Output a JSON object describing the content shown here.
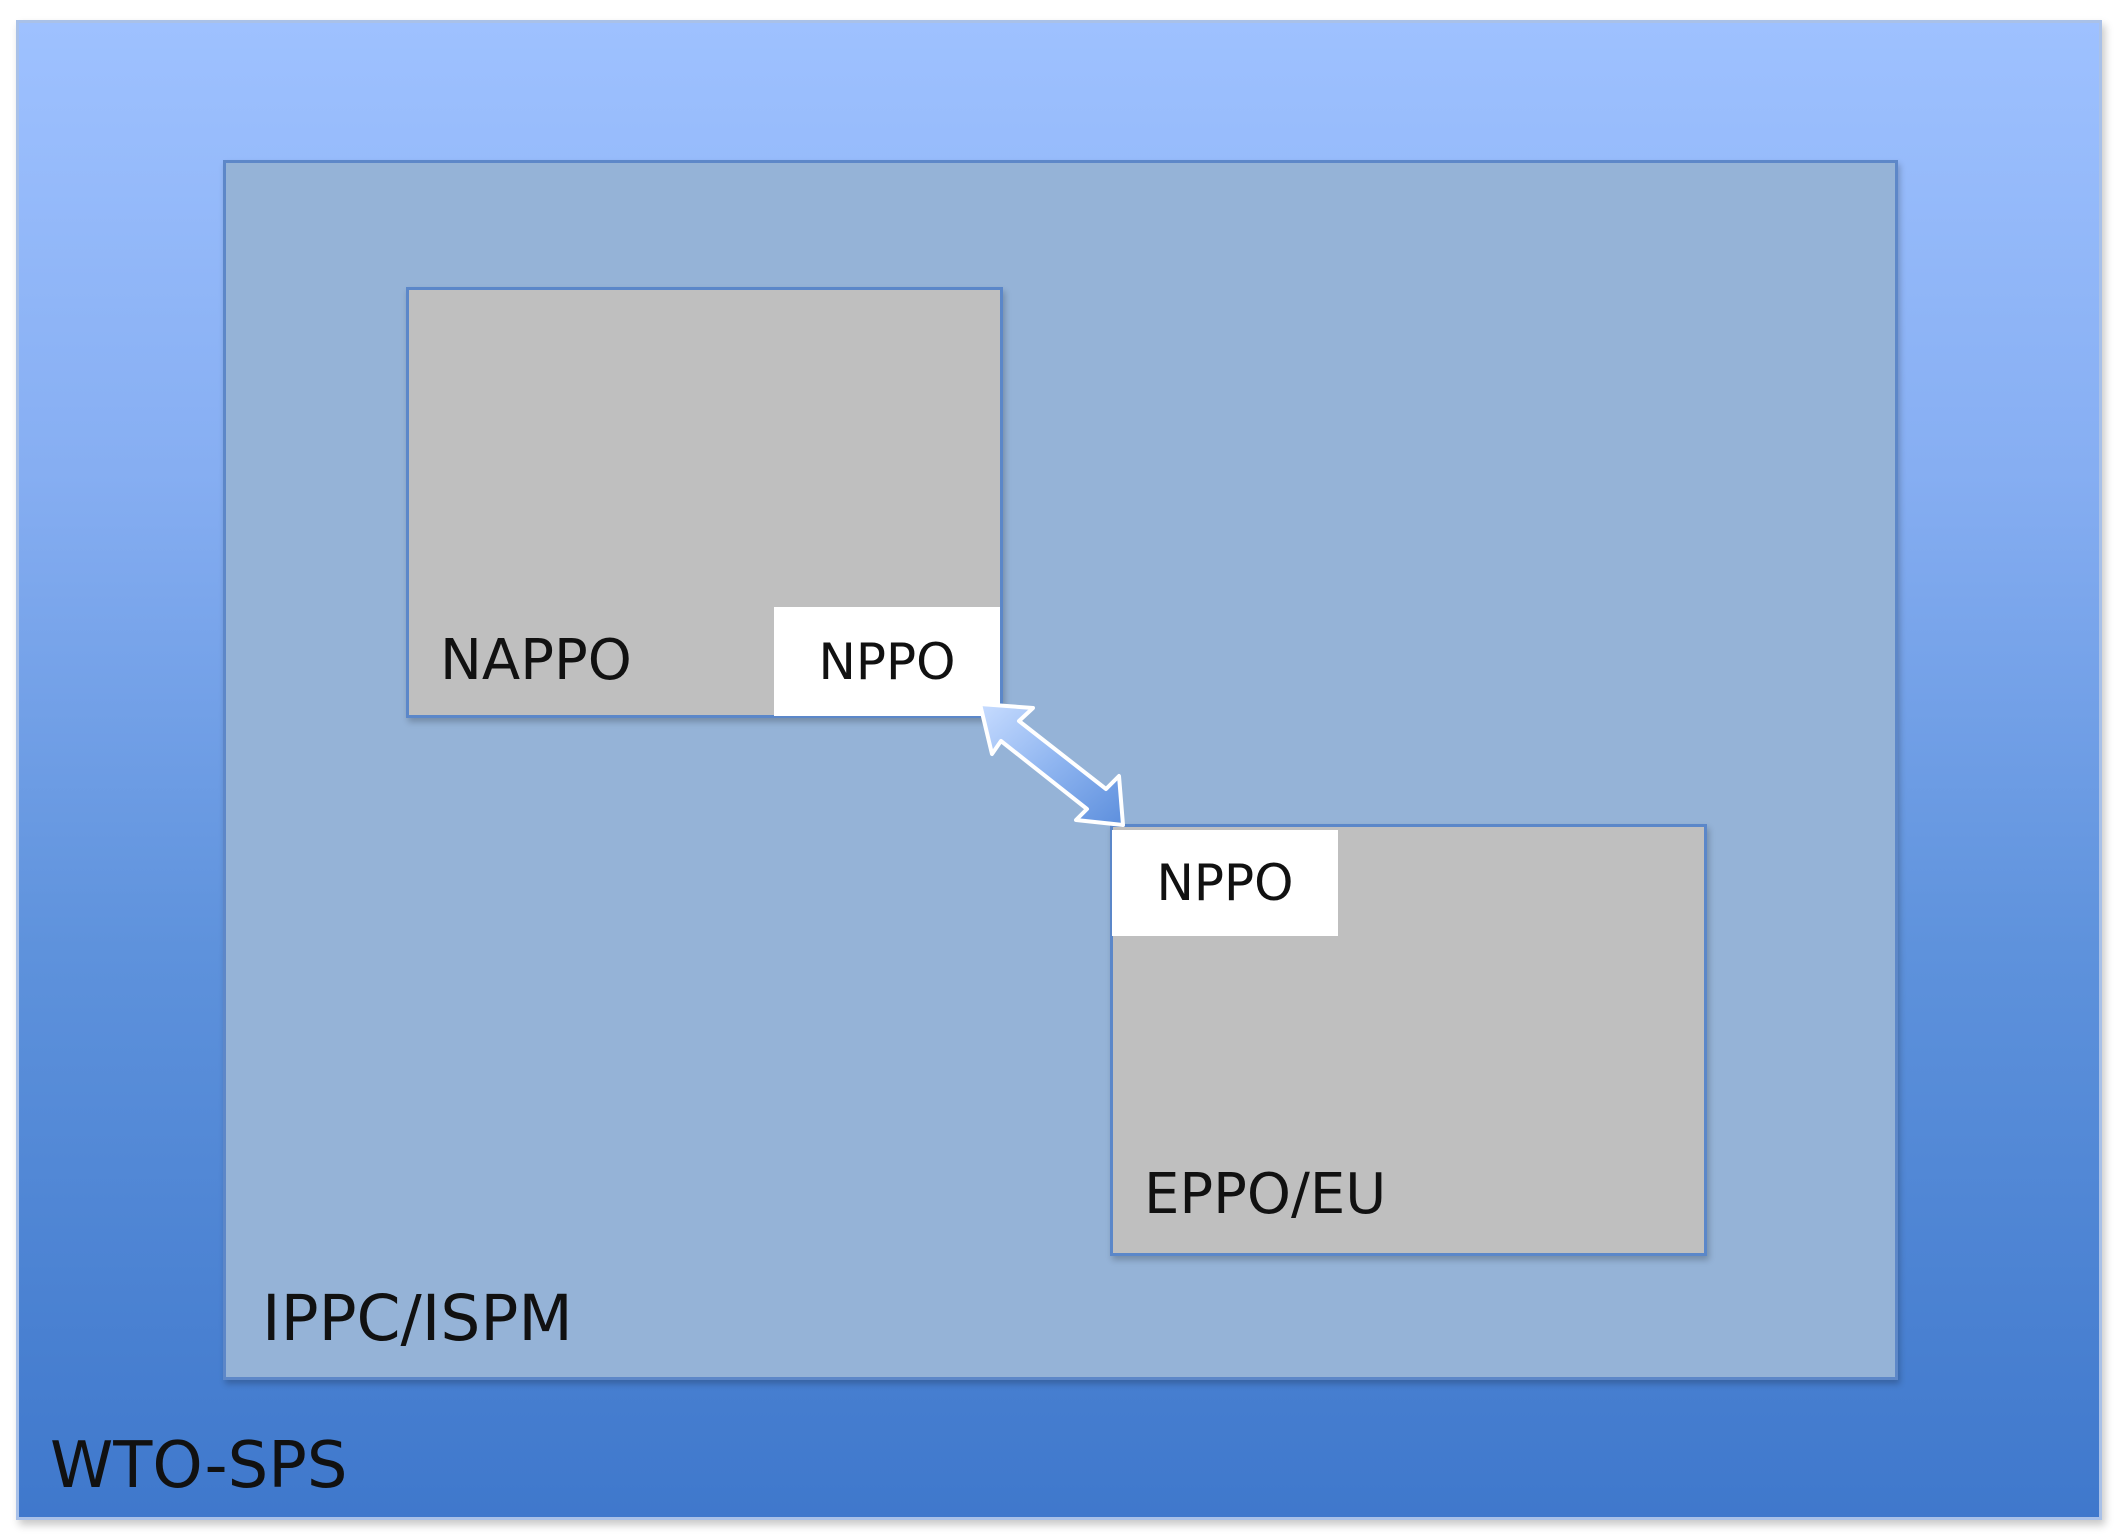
{
  "diagram": {
    "outer": {
      "label": "WTO-SPS"
    },
    "middle": {
      "label": "IPPC/ISPM"
    },
    "regions": [
      {
        "label": "NAPPO",
        "member": "NPPO"
      },
      {
        "label": "EPPO/EU",
        "member": "NPPO"
      }
    ],
    "connector": {
      "type": "double-arrow",
      "from": "NAPPO NPPO",
      "to": "EPPO/EU NPPO"
    }
  },
  "colors": {
    "outer_top": "#9ec1ff",
    "outer_bottom": "#3f78cc",
    "middle_fill": "#95b3d7",
    "region_fill": "#bfbfbf",
    "member_fill": "#ffffff",
    "arrow_fill": "#8fb5f0"
  }
}
